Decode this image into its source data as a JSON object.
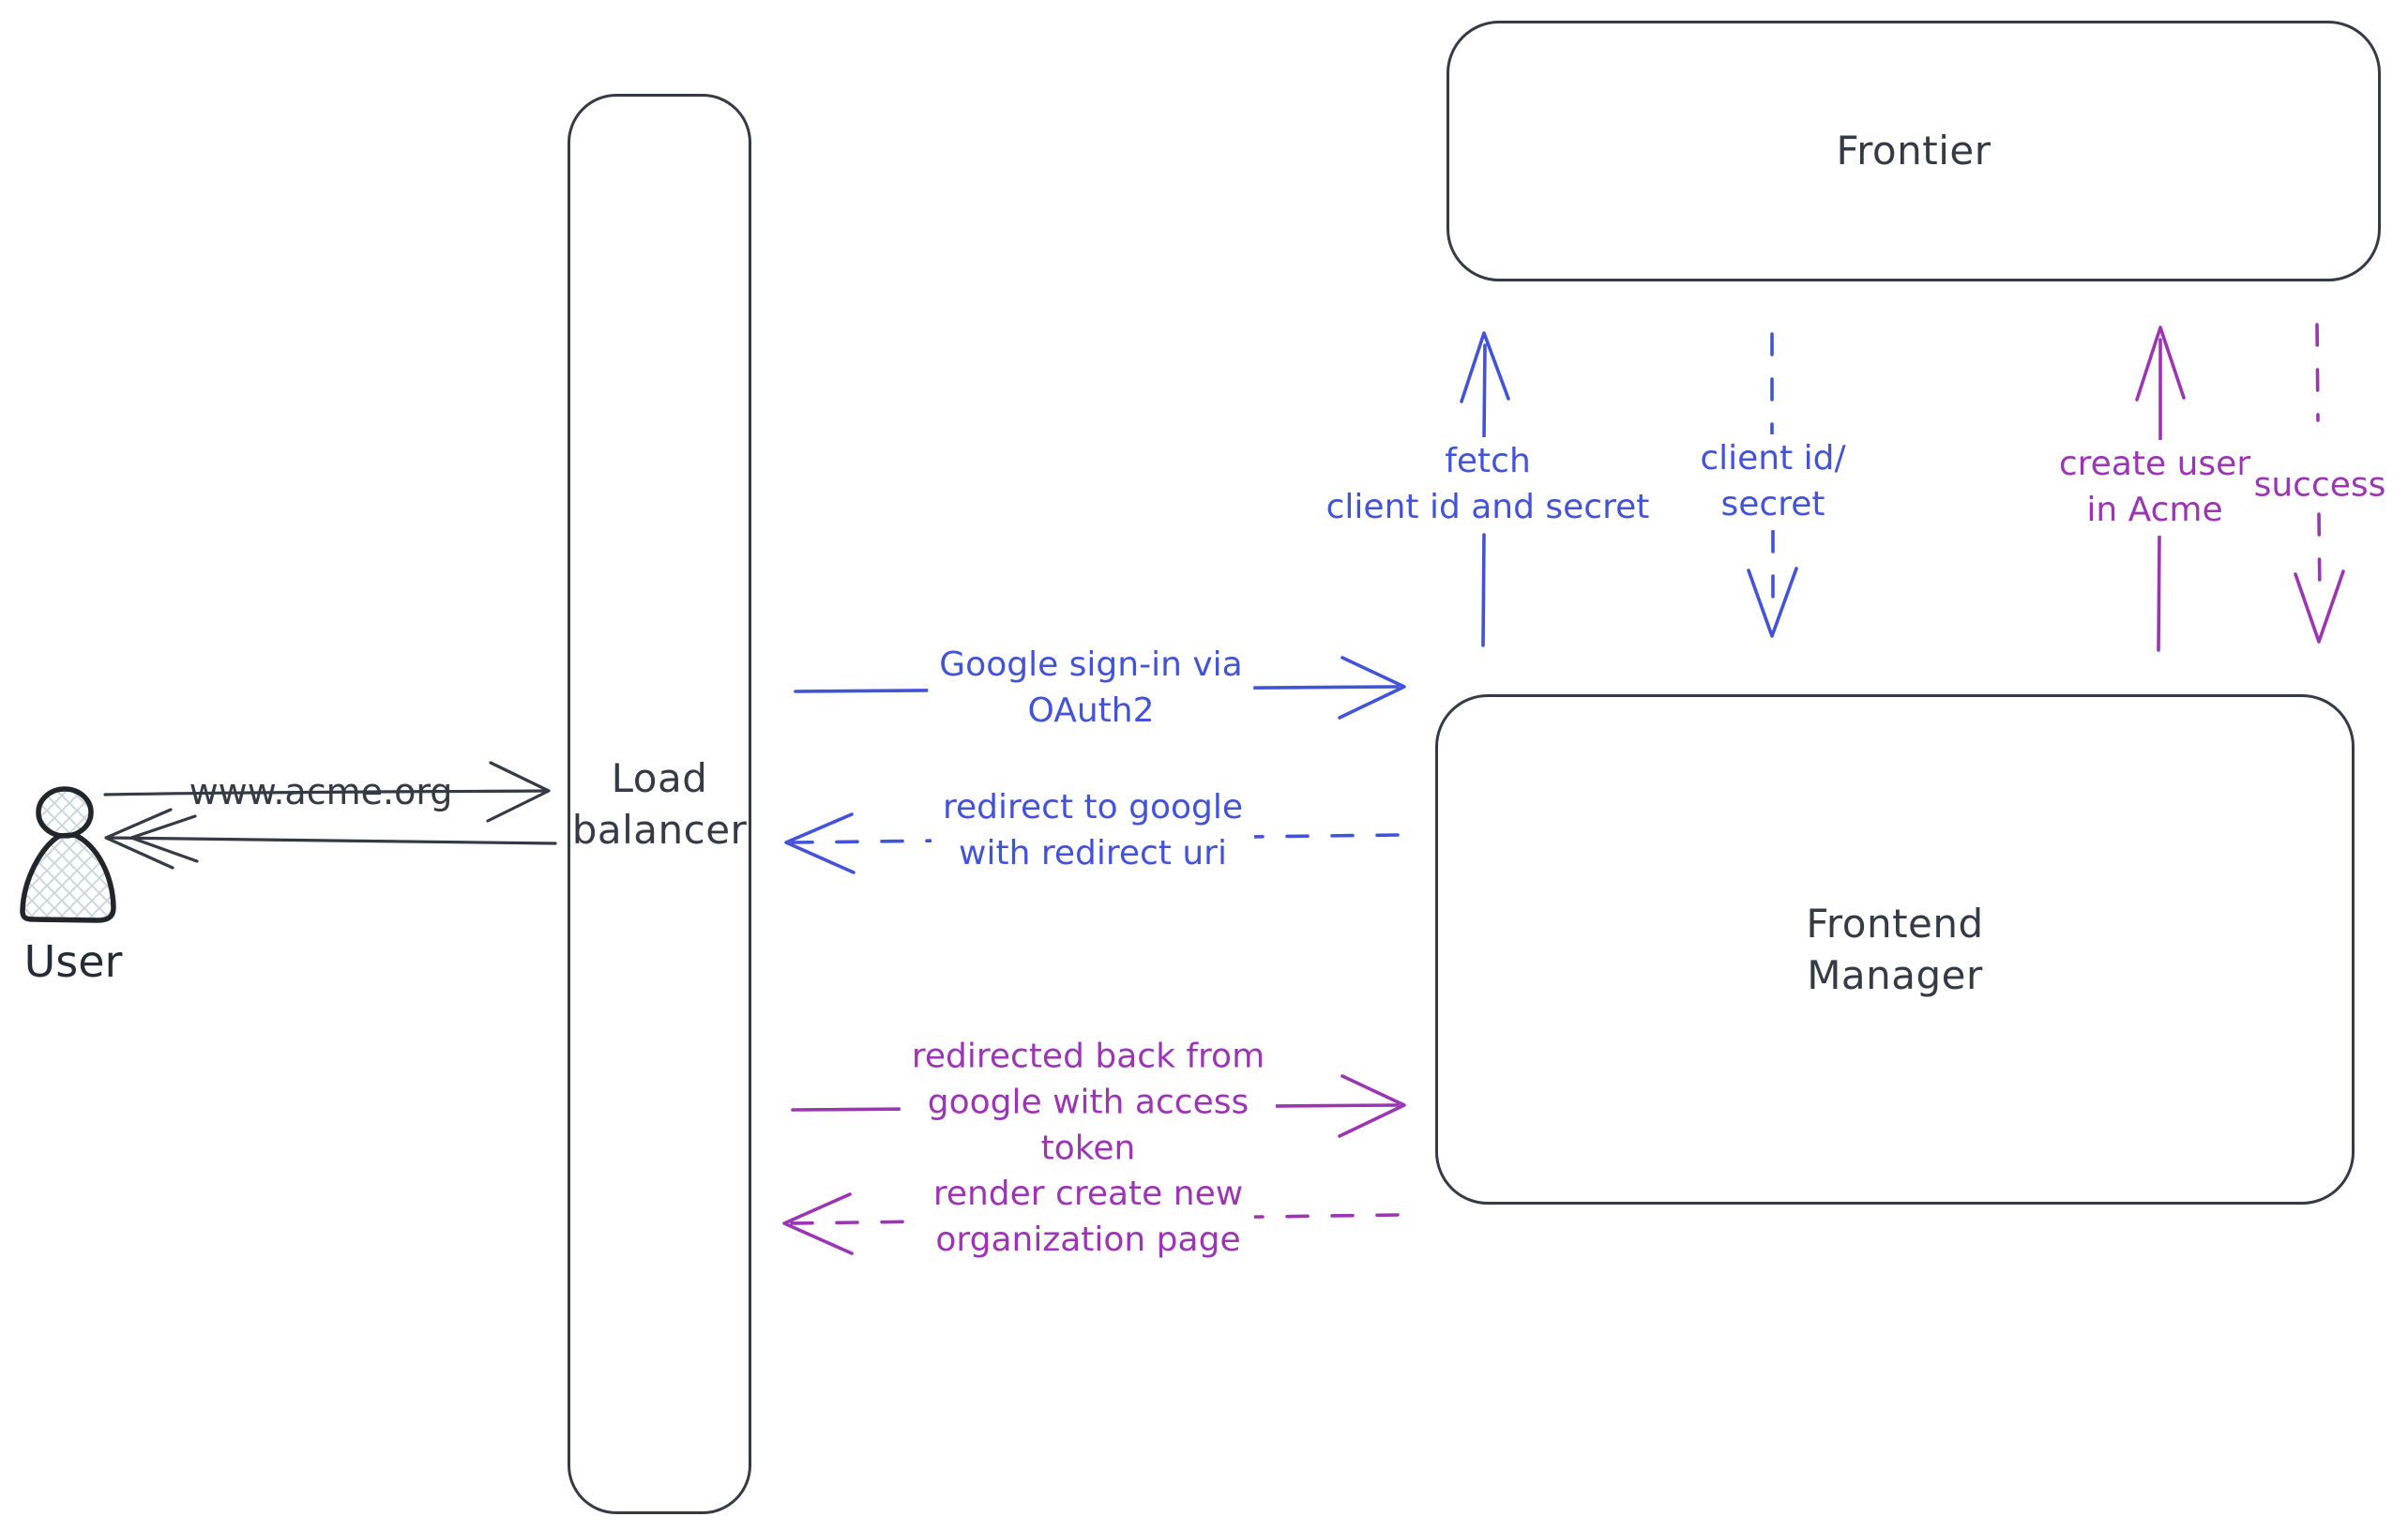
{
  "colors": {
    "dark": "#343b44",
    "blue": "#4353d7",
    "purple": "#9b36b2",
    "hatch": "#cdd6de"
  },
  "actors": {
    "user": {
      "label": "User"
    },
    "load_balancer": {
      "line1": "Load",
      "line2": "balancer"
    },
    "frontier": {
      "label": "Frontier"
    },
    "frontend_manager": {
      "line1": "Frontend",
      "line2": "Manager"
    }
  },
  "messages": {
    "www_acme": {
      "text": "www.acme.org"
    },
    "google_signin": {
      "line1": "Google sign-in via",
      "line2": "OAuth2"
    },
    "redirect_google": {
      "line1": "redirect to google",
      "line2": "with redirect uri"
    },
    "fetch_secret": {
      "line1": "fetch",
      "line2": "client id and secret"
    },
    "client_id_secret": {
      "line1": "client id/",
      "line2": "secret"
    },
    "create_user": {
      "line1": "create user",
      "line2": "in Acme"
    },
    "success": {
      "text": "success"
    },
    "redirected_back": {
      "line1": "redirected back from",
      "line2": "google with access",
      "line3": "token"
    },
    "render_page": {
      "line1": "render create new",
      "line2": "organization page"
    }
  }
}
